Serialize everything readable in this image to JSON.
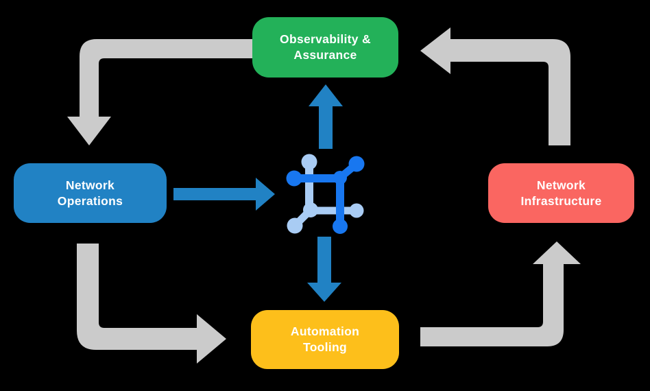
{
  "title": "Network automation cycle diagram",
  "colors": {
    "background": "#000000",
    "label_text": "#FFFFFF",
    "node_green": "#23B159",
    "node_blue": "#2182C4",
    "node_red": "#FA6661",
    "node_yellow": "#FDBF1B",
    "arrow_gray": "#CBCBCB",
    "arrow_blue": "#2182C4",
    "icon_blue_dark": "#1877F0",
    "icon_blue_light": "#A9CCF4"
  },
  "nodes": {
    "observability": {
      "line1": "Observability &",
      "line2": "Assurance"
    },
    "operations": {
      "line1": "Network",
      "line2": "Operations"
    },
    "infrastructure": {
      "line1": "Network",
      "line2": "Infrastructure"
    },
    "automation": {
      "line1": "Automation",
      "line2": "Tooling"
    }
  },
  "icons": {
    "center": "network-hub-icon"
  }
}
